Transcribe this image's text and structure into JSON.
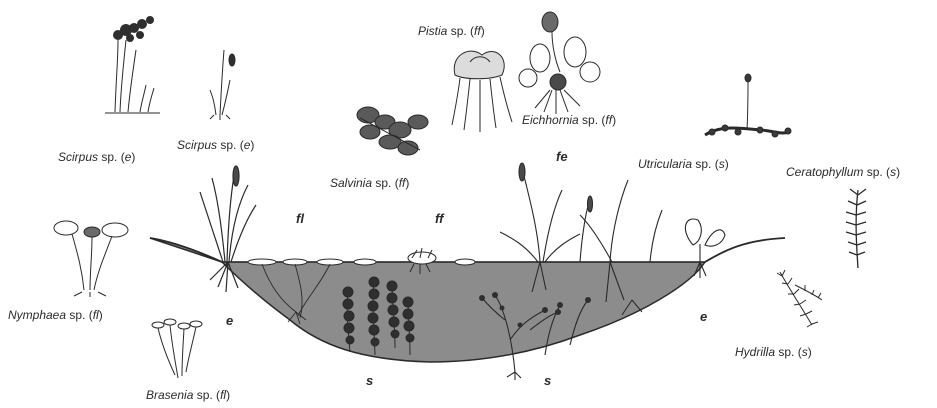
{
  "species": [
    {
      "id": "scirpus1",
      "genus": "Scirpus",
      "suffix": "sp. (",
      "code": "e",
      "close": ")"
    },
    {
      "id": "scirpus2",
      "genus": "Scirpus",
      "suffix": "sp. (",
      "code": "e",
      "close": ")"
    },
    {
      "id": "pistia",
      "genus": "Pistia",
      "suffix": "sp. (",
      "code": "ff",
      "close": ")"
    },
    {
      "id": "eichhornia",
      "genus": "Eichhornia",
      "suffix": "sp. (",
      "code": "ff",
      "close": ")"
    },
    {
      "id": "salvinia",
      "genus": "Salvinia",
      "suffix": "sp. (",
      "code": "ff",
      "close": ")"
    },
    {
      "id": "utricularia",
      "genus": "Utricularia",
      "suffix": "sp. (",
      "code": "s",
      "close": ")"
    },
    {
      "id": "ceratophyllum",
      "genus": "Ceratophyllum",
      "suffix": "sp. (",
      "code": "s",
      "close": ")"
    },
    {
      "id": "nymphaea",
      "genus": "Nymphaea",
      "suffix": "sp. (",
      "code": "fl",
      "close": ")"
    },
    {
      "id": "hydrilla",
      "genus": "Hydrilla",
      "suffix": "sp. (",
      "code": "s",
      "close": ")"
    },
    {
      "id": "brasenia",
      "genus": "Brasenia",
      "suffix": "sp. (",
      "code": "fl",
      "close": ")"
    }
  ],
  "zones": {
    "fl": "fl",
    "ff": "ff",
    "fe": "fe",
    "e_left": "e",
    "e_right": "e",
    "s_left": "s",
    "s_right": "s"
  },
  "colors": {
    "water": "#8c8c8c",
    "ink": "#2a2a2a",
    "plant": "#4a4a4a",
    "plant_dark": "#2f2f2f"
  }
}
